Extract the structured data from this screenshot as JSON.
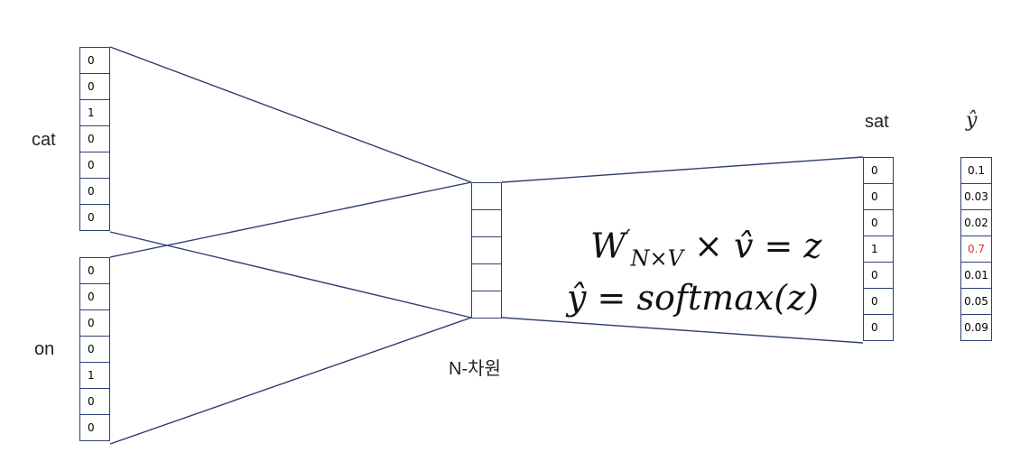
{
  "labels": {
    "cat": "cat",
    "on": "on",
    "sat": "sat",
    "hidden": "N-차원",
    "yhat": "ŷ"
  },
  "vectors": {
    "cat": [
      "0",
      "0",
      "1",
      "0",
      "0",
      "0",
      "0"
    ],
    "on": [
      "0",
      "0",
      "0",
      "0",
      "1",
      "0",
      "0"
    ],
    "hidden": [
      "",
      "",
      "",
      "",
      ""
    ],
    "sat": [
      "0",
      "0",
      "0",
      "1",
      "0",
      "0",
      "0"
    ],
    "yhat": [
      "0.1",
      "0.03",
      "0.02",
      "0.7",
      "0.01",
      "0.05",
      "0.09"
    ]
  },
  "highlight": {
    "yhat_index": 3,
    "color": "#e8302a"
  },
  "formula": {
    "line1": {
      "W": "W",
      "prime": "′",
      "sub": "N×V",
      "rest": " × v̂ = z"
    },
    "line2": "ŷ = softmax(z)"
  },
  "colors": {
    "line": "#2f3f73",
    "border": "#2f3f73"
  }
}
